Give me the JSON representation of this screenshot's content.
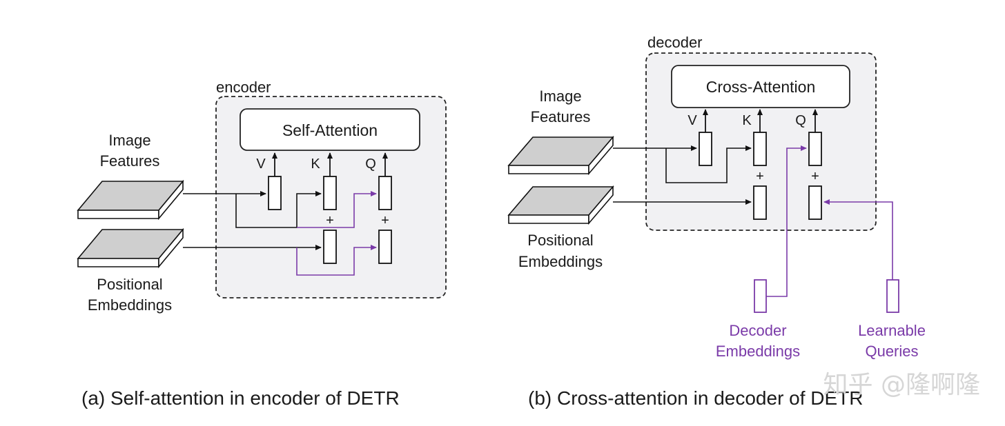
{
  "encoder": {
    "container_label": "encoder",
    "attention_label": "Self-Attention",
    "v_label": "V",
    "k_label": "K",
    "q_label": "Q",
    "plus_k": "+",
    "plus_q": "+",
    "image_features_line1": "Image",
    "image_features_line2": "Features",
    "positional_line1": "Positional",
    "positional_line2": "Embeddings",
    "caption": "(a) Self-attention in encoder of DETR"
  },
  "decoder": {
    "container_label": "decoder",
    "attention_label": "Cross-Attention",
    "v_label": "V",
    "k_label": "K",
    "q_label": "Q",
    "plus_k": "+",
    "plus_q": "+",
    "image_features_line1": "Image",
    "image_features_line2": "Features",
    "positional_line1": "Positional",
    "positional_line2": "Embeddings",
    "decoder_emb_line1": "Decoder",
    "decoder_emb_line2": "Embeddings",
    "queries_line1": "Learnable",
    "queries_line2": "Queries",
    "caption": "(b) Cross-attention in decoder of DETR"
  },
  "watermark": "知乎 @隆啊隆",
  "colors": {
    "purple": "#7a3aa8",
    "box_fill": "#f1f1f3",
    "slab_top": "#cfcfcf"
  }
}
